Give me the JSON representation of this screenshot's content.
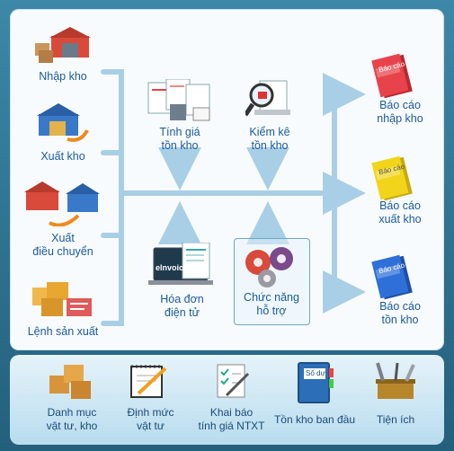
{
  "left_modules": [
    {
      "label": "Nhập kho"
    },
    {
      "label": "Xuất kho"
    },
    {
      "label": "Xuất\nđiều chuyển"
    },
    {
      "label": "Lệnh sản xuất"
    }
  ],
  "center_top": [
    {
      "label": "Tính giá\ntồn kho"
    },
    {
      "label": "Kiểm kê\ntồn kho"
    }
  ],
  "center_bottom": [
    {
      "label": "Hóa đơn\nđiện tử",
      "screen_text": "eInvoice"
    },
    {
      "label": "Chức năng\nhỗ trợ"
    }
  ],
  "reports": [
    {
      "label": "Báo cáo\nnhập kho",
      "book_text": "Báo cáo",
      "color": "#e8434b"
    },
    {
      "label": "Báo cáo\nxuất kho",
      "book_text": "Báo cáo",
      "color": "#f2d51a"
    },
    {
      "label": "Báo cáo\ntồn kho",
      "book_text": "Báo cáo",
      "color": "#2f6fd8"
    }
  ],
  "bottom_bar": [
    {
      "label": "Danh mục\nvật tư, kho"
    },
    {
      "label": "Định mức\nvật tư"
    },
    {
      "label": "Khai báo\ntính giá NTXT"
    },
    {
      "label": "Tồn kho ban đầu",
      "book_text": "Số dư"
    },
    {
      "label": "Tiện ích"
    }
  ],
  "colors": {
    "frame": "#2b6a86",
    "line": "#a9cfe6",
    "label": "#1a5a9a"
  }
}
